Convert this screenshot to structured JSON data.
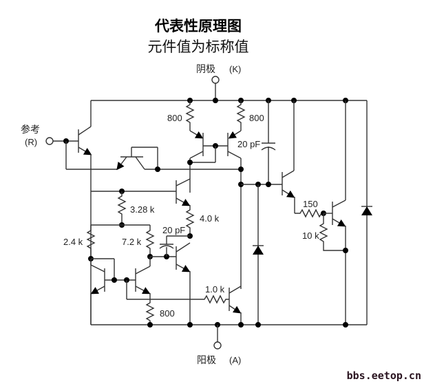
{
  "title": "代表性原理图",
  "subtitle": "元件值为标称值",
  "terminals": {
    "cathode": {
      "label_cn": "阴极",
      "label_en": "(K)"
    },
    "anode": {
      "label_cn": "阳极",
      "label_en": "(A)"
    },
    "reference": {
      "label_cn": "参考",
      "label_en": "(R)"
    }
  },
  "components": {
    "r_top_left": "800",
    "r_top_right": "800",
    "c_top": "20 pF",
    "r_328": "3.28 k",
    "r_40": "4.0 k",
    "c_mid": "20 pF",
    "r_24": "2.4 k",
    "r_72": "7.2 k",
    "r_10": "1.0 k",
    "r_bottom": "800",
    "r_150": "150",
    "r_10k": "10 k"
  },
  "watermark": "bbs.eetop.cn"
}
